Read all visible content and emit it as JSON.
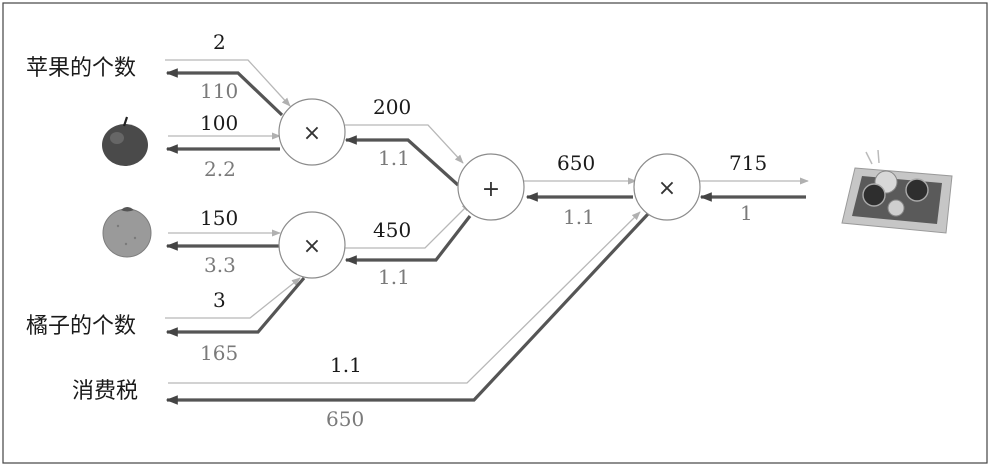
{
  "inputs": {
    "apple_count_label": "苹果的个数",
    "orange_count_label": "橘子的个数",
    "tax_label": "消费税"
  },
  "operators": {
    "mul": "×",
    "add": "+"
  },
  "forward": {
    "apple_count": "2",
    "apple_price": "100",
    "orange_price": "150",
    "orange_count": "3",
    "apple_total": "200",
    "orange_total": "450",
    "sum": "650",
    "tax": "1.1",
    "final": "715"
  },
  "backward": {
    "apple_count": "110",
    "apple_price": "2.2",
    "orange_price": "3.3",
    "orange_count": "165",
    "apple_total": "1.1",
    "orange_total": "1.1",
    "sum": "1.1",
    "tax": "650",
    "final": "1"
  },
  "icons": {
    "apple": "apple-icon",
    "orange": "orange-icon",
    "payment": "coin-tray-icon"
  },
  "colors": {
    "forward_line": "#b8b8b8",
    "backward_line": "#555555",
    "forward_text": "#1a1a1a",
    "backward_text": "#7a7a7a"
  }
}
